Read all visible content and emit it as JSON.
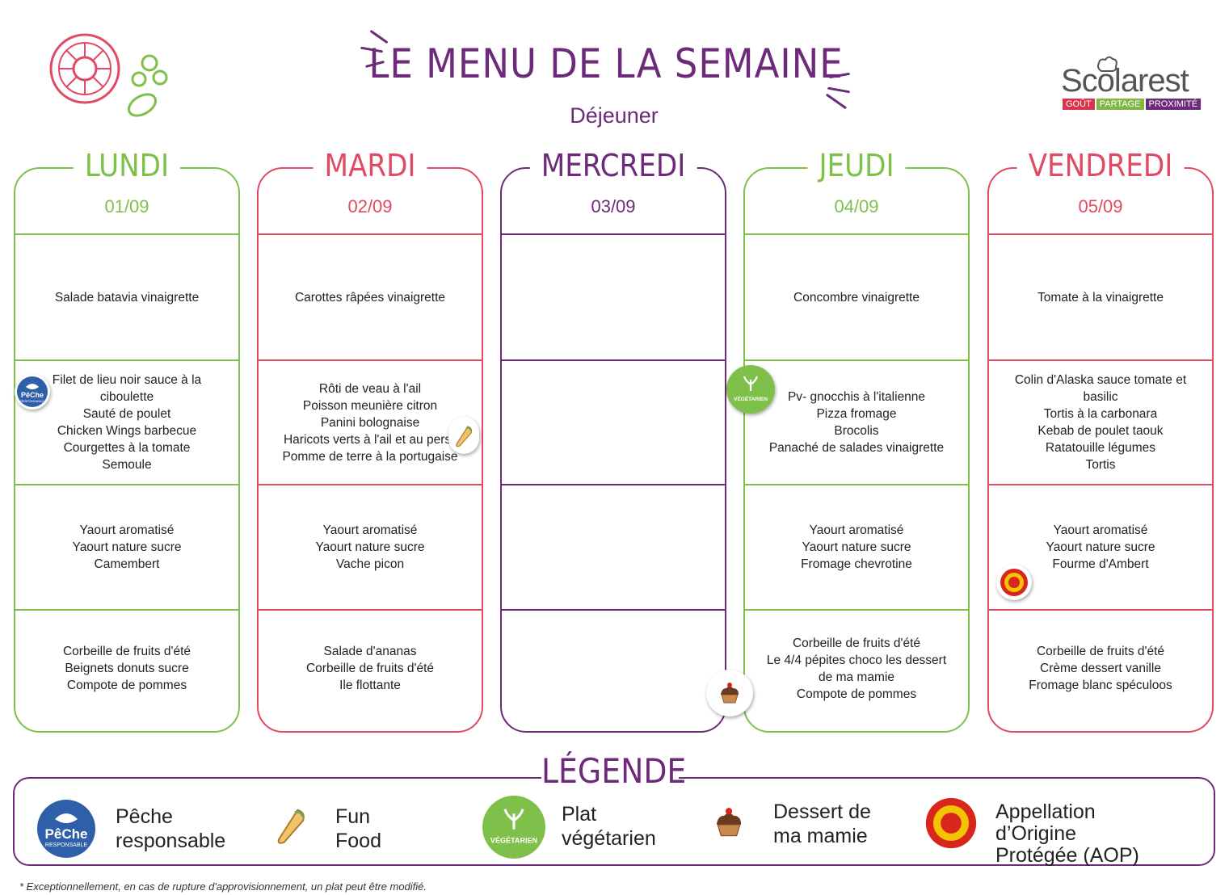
{
  "header": {
    "title": "LE MENU DE LA SEMAINE",
    "subtitle": "Déjeuner",
    "brand": {
      "name": "Scolarest",
      "tags": [
        "GOÛT",
        "PARTAGE",
        "PROXIMITÉ"
      ],
      "tag_colors": [
        "#d9344a",
        "#7fb743",
        "#6d2a7a"
      ]
    }
  },
  "colors": {
    "green": "#7fc04a",
    "red": "#e04a63",
    "purple": "#6d2a7a"
  },
  "days": [
    {
      "name": "LUNDI",
      "date": "01/09",
      "color": "#7fc04a",
      "starter": [
        "Salade batavia vinaigrette"
      ],
      "main": [
        "Filet de lieu noir sauce à la ciboulette",
        "Sauté de poulet",
        "Chicken Wings barbecue",
        "Courgettes à la tomate",
        "Semoule"
      ],
      "dairy": [
        "Yaourt aromatisé",
        "Yaourt nature sucre",
        "Camembert"
      ],
      "dessert": [
        "Corbeille de fruits d'été",
        "Beignets donuts sucre",
        "Compote de pommes"
      ]
    },
    {
      "name": "MARDI",
      "date": "02/09",
      "color": "#e04a63",
      "starter": [
        "Carottes râpées vinaigrette"
      ],
      "main": [
        "Rôti de veau à l'ail",
        "Poisson meunière citron",
        "Panini bolognaise",
        "Haricots verts à l'ail et au persil",
        "Pomme de terre à la portugaise"
      ],
      "dairy": [
        "Yaourt aromatisé",
        "Yaourt nature sucre",
        "Vache picon"
      ],
      "dessert": [
        "Salade d'ananas",
        "Corbeille de fruits d'été",
        "Ile flottante"
      ]
    },
    {
      "name": "MERCREDI",
      "date": "03/09",
      "color": "#6d2a7a",
      "starter": [],
      "main": [],
      "dairy": [],
      "dessert": []
    },
    {
      "name": "JEUDI",
      "date": "04/09",
      "color": "#7fc04a",
      "starter": [
        "Concombre vinaigrette"
      ],
      "main": [
        "Pv- gnocchis à l'italienne",
        "Pizza fromage",
        "Brocolis",
        "Panaché de salades vinaigrette"
      ],
      "dairy": [
        "Yaourt aromatisé",
        "Yaourt nature sucre",
        "Fromage chevrotine"
      ],
      "dessert": [
        "Corbeille de fruits d'été",
        "Le 4/4 pépites choco les dessert de ma mamie",
        "Compote de pommes"
      ]
    },
    {
      "name": "VENDREDI",
      "date": "05/09",
      "color": "#e04a63",
      "starter": [
        "Tomate à la vinaigrette"
      ],
      "main": [
        "Colin d'Alaska sauce tomate et basilic",
        "Tortis à la carbonara",
        "Kebab de poulet taouk",
        "Ratatouille légumes",
        "Tortis"
      ],
      "dairy": [
        "Yaourt aromatisé",
        "Yaourt nature sucre",
        "Fourme d'Ambert"
      ],
      "dessert": [
        "Corbeille de fruits d'été",
        "Crème dessert vanille",
        "Fromage blanc spéculoos"
      ]
    }
  ],
  "badges": {
    "peche_line1": "PêChe",
    "peche_line2": "RESPONSABLE",
    "vegetarien": "VÉGÉTARIEN"
  },
  "legend": {
    "title": "LÉGENDE",
    "items": [
      {
        "icon": "peche-responsable-icon",
        "label": "Pêche\nresponsable"
      },
      {
        "icon": "fun-food-icon",
        "label": "Fun\nFood"
      },
      {
        "icon": "vegetarien-icon",
        "label": "Plat\nvégétarien"
      },
      {
        "icon": "dessert-mamie-icon",
        "label": "Dessert de\nma mamie"
      },
      {
        "icon": "aop-icon",
        "label": "Appellation\nd’Origine\nProtégée (AOP)"
      }
    ]
  },
  "footnote": "* Exceptionnellement, en cas de rupture d'approvisionnement, un plat peut être modifié."
}
